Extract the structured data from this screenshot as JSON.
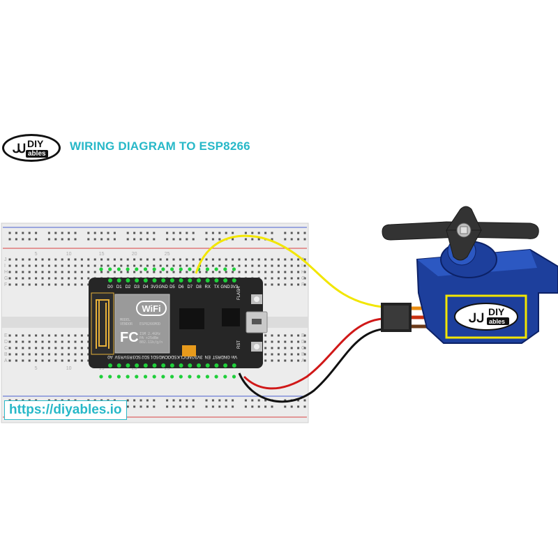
{
  "header": {
    "logo": {
      "top": "DIY",
      "bottom": "ables"
    },
    "title": "WIRING DIAGRAM TO ESP8266"
  },
  "footer": {
    "url": "https://diyables.io"
  },
  "breadboard": {
    "column_numbers": [
      "5",
      "10",
      "15",
      "20",
      "25"
    ],
    "row_letters_top": [
      "J",
      "I",
      "H",
      "G",
      "F"
    ],
    "row_letters_bottom": [
      "E",
      "D",
      "C",
      "B",
      "A"
    ]
  },
  "board": {
    "top_pins": [
      "D0",
      "D1",
      "D2",
      "D3",
      "D4",
      "3V3",
      "GND",
      "D5",
      "D6",
      "D7",
      "D8",
      "RX",
      "TX",
      "GND",
      "3V3"
    ],
    "bottom_pins": [
      "A0",
      "RSV",
      "RSV",
      "SD3",
      "SD2",
      "SD1",
      "CMD",
      "SDO",
      "CLK",
      "GND",
      "3V3",
      "EN",
      "RST",
      "GND",
      "Vin"
    ],
    "wifi_label": "WiFi",
    "module_text": [
      "MODEL",
      "VENDOR",
      "ISM 2.4GHz",
      "PA +25dBm",
      "802.11b/g/n"
    ],
    "module_name": "ESP8266MOD",
    "fcc": "FC",
    "buttons": {
      "flash": "FLASH",
      "reset": "RST"
    }
  },
  "servo": {
    "logo": {
      "top": "DIY",
      "bottom": "ables"
    },
    "body_color": "#1d3f9c",
    "frame_color": "#f2e600"
  },
  "wires": {
    "signal": "#f2e600",
    "power": "#d01818",
    "ground": "#111111"
  }
}
